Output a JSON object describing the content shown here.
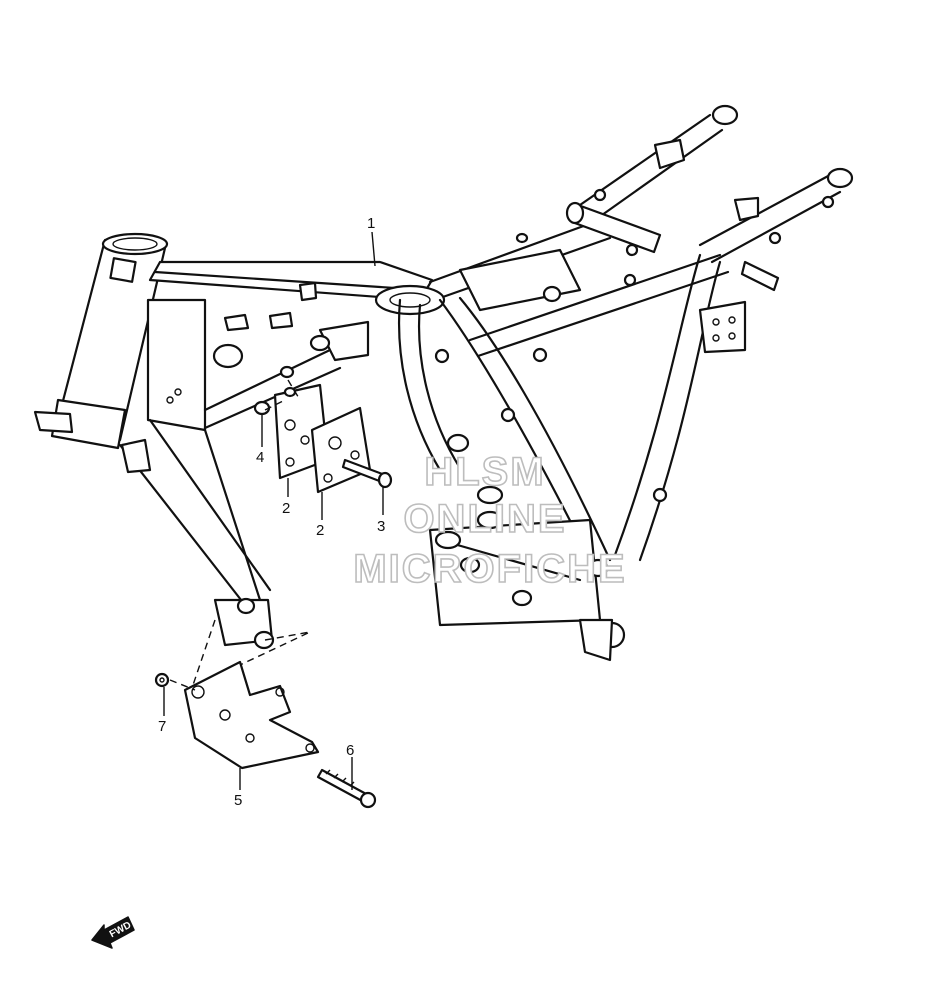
{
  "callouts": [
    {
      "id": "1",
      "label": "1"
    },
    {
      "id": "2a",
      "label": "2"
    },
    {
      "id": "2b",
      "label": "2"
    },
    {
      "id": "3",
      "label": "3"
    },
    {
      "id": "4",
      "label": "4"
    },
    {
      "id": "5",
      "label": "5"
    },
    {
      "id": "6",
      "label": "6"
    },
    {
      "id": "7",
      "label": "7"
    }
  ],
  "watermark": {
    "line1": "HLSM",
    "line2": "ONLINE",
    "line3": "MICROFICHE"
  },
  "direction_badge": {
    "label": "FWD",
    "icon": "forward-arrow-icon"
  }
}
